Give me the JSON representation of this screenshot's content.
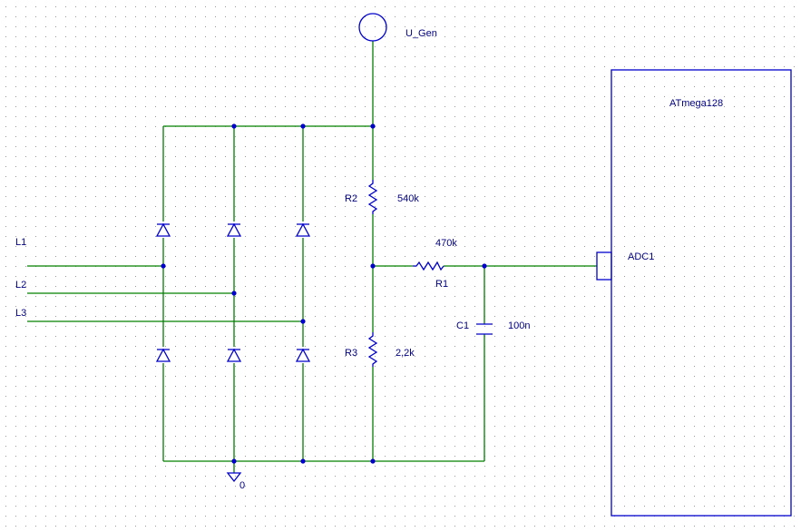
{
  "colors": {
    "wire": "#008000",
    "component": "#0000cc",
    "text": "#000080",
    "grid": "#9a9a9a"
  },
  "nets": {
    "generator": "U_Gen",
    "phase_inputs": [
      "L1",
      "L2",
      "L3"
    ],
    "ground": "0",
    "adc_pin": "ADC1"
  },
  "mcu": {
    "name": "ATmega128"
  },
  "components": {
    "r2": {
      "ref": "R2",
      "value": "540k"
    },
    "r1": {
      "ref": "R1",
      "value": "470k"
    },
    "r3": {
      "ref": "R3",
      "value": "2,2k"
    },
    "c1": {
      "ref": "C1",
      "value": "100n"
    }
  },
  "diodes": {
    "count": 6,
    "icon": "diode-icon"
  }
}
